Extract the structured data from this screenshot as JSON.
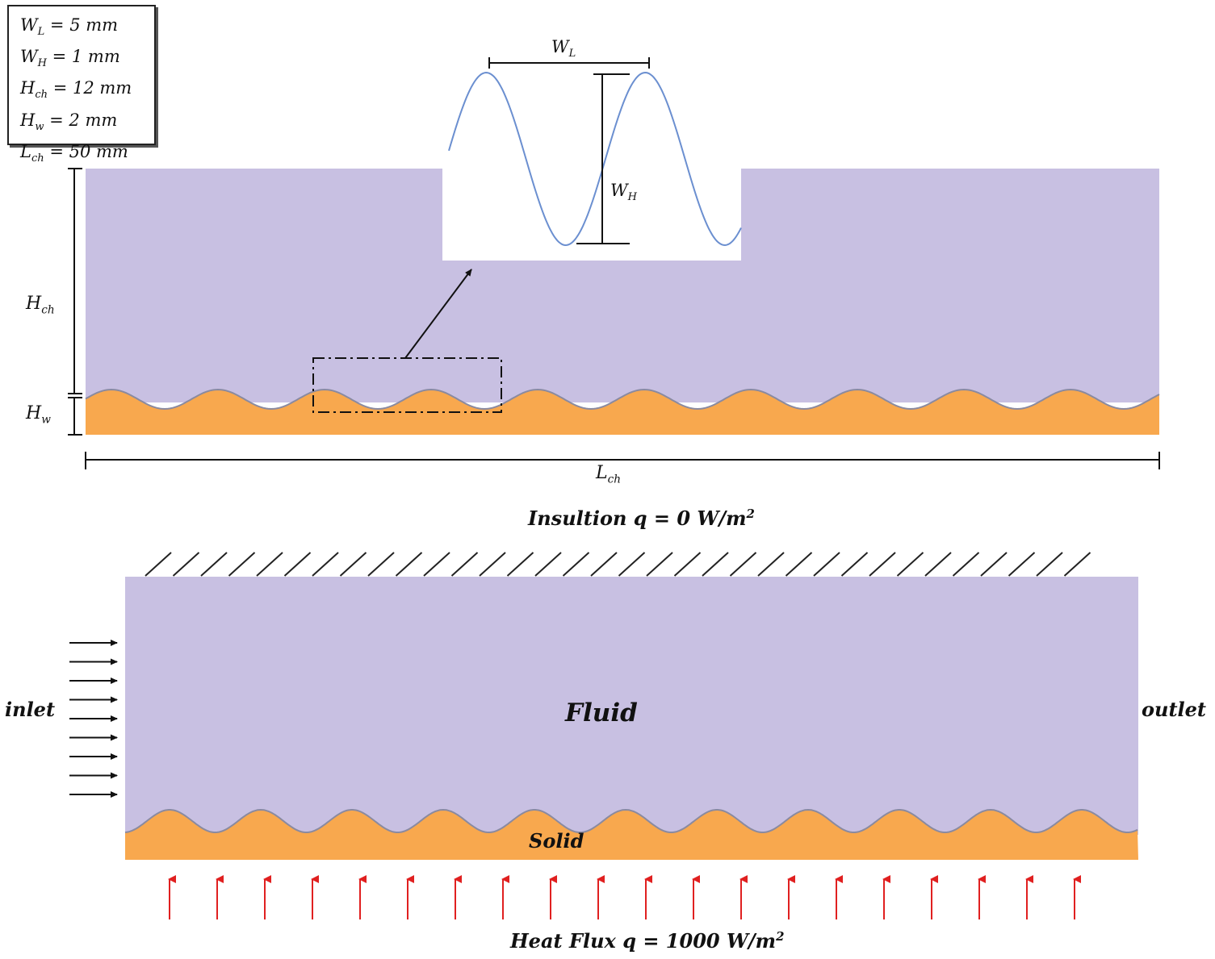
{
  "parameters": {
    "wl": {
      "sym": "W",
      "sub": "L",
      "rest": " = 5 mm"
    },
    "wh": {
      "sym": "W",
      "sub": "H",
      "rest": " = 1 mm"
    },
    "hch": {
      "sym": "H",
      "sub": "ch",
      "rest": " = 12 mm"
    },
    "hw": {
      "sym": "H",
      "sub": "w",
      "rest": " = 2 mm"
    },
    "lch": {
      "sym": "L",
      "sub": "ch",
      "rest": " = 50 mm"
    }
  },
  "dimensions": {
    "inset_wl": {
      "sym": "W",
      "sub": "L"
    },
    "inset_wh": {
      "sym": "W",
      "sub": "H"
    },
    "hch": {
      "sym": "H",
      "sub": "ch"
    },
    "hw": {
      "sym": "H",
      "sub": "w"
    },
    "lch": {
      "sym": "L",
      "sub": "ch"
    }
  },
  "boundary": {
    "top": {
      "text": "Insultion q = 0 W/m",
      "sup": "2"
    },
    "bottom": {
      "text": "Heat Flux q =  1000 W/m",
      "sup": "2"
    },
    "inlet": "inlet",
    "outlet": "outlet"
  },
  "regions": {
    "fluid": "Fluid",
    "solid": "Solid"
  },
  "colors": {
    "fluid": "#c8c0e2",
    "solid": "#f8a84e",
    "interface": "#8a8aa0",
    "inset_wave": "#6b8fd0",
    "heat_arrow": "#e02020",
    "line": "#111111"
  }
}
